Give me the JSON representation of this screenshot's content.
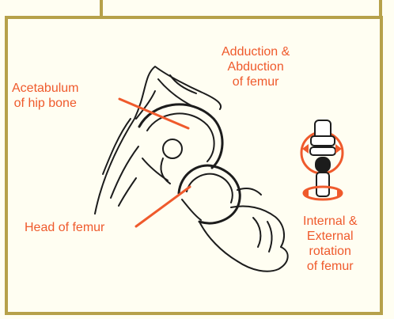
{
  "labels": {
    "acetabulum": [
      "Acetabulum",
      "of hip bone"
    ],
    "abduction": [
      "Adduction &",
      "Abduction",
      "of femur"
    ],
    "head": [
      "Head of femur"
    ],
    "rotation": [
      "Internal &",
      "External",
      "rotation",
      "of femur"
    ]
  },
  "colors": {
    "frame": "#b6a14a",
    "label": "#ef5a2c",
    "line": "#1c1c1c",
    "background": "#fffef2"
  }
}
